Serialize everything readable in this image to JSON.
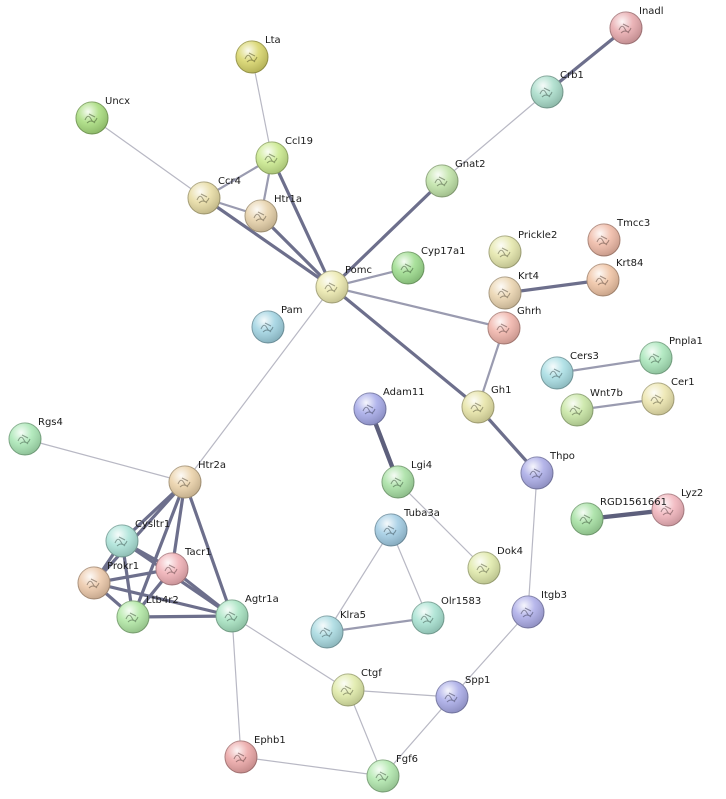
{
  "nodes": [
    {
      "id": "Inadl",
      "label": "Inadl",
      "color": "#e7a7ab"
    },
    {
      "id": "Crb1",
      "label": "Crb1",
      "color": "#a7dcc9"
    },
    {
      "id": "Lta",
      "label": "Lta",
      "color": "#d7d466"
    },
    {
      "id": "Uncx",
      "label": "Uncx",
      "color": "#a6dc7a"
    },
    {
      "id": "Ccl19",
      "label": "Ccl19",
      "color": "#c9e98b"
    },
    {
      "id": "Ccr4",
      "label": "Ccr4",
      "color": "#e7dba1"
    },
    {
      "id": "Htr1a",
      "label": "Htr1a",
      "color": "#e6d0a7"
    },
    {
      "id": "Gnat2",
      "label": "Gnat2",
      "color": "#bfe3a6"
    },
    {
      "id": "Tmcc3",
      "label": "Tmcc3",
      "color": "#efb8a4"
    },
    {
      "id": "Prickle2",
      "label": "Prickle2",
      "color": "#e4e6a9"
    },
    {
      "id": "Cyp17a1",
      "label": "Cyp17a1",
      "color": "#9bdc8b"
    },
    {
      "id": "Krt84",
      "label": "Krt84",
      "color": "#efc2a2"
    },
    {
      "id": "Pomc",
      "label": "Pomc",
      "color": "#ece9ad"
    },
    {
      "id": "Krt4",
      "label": "Krt4",
      "color": "#ead3ad"
    },
    {
      "id": "Ghrh",
      "label": "Ghrh",
      "color": "#f0b2a8"
    },
    {
      "id": "Pam",
      "label": "Pam",
      "color": "#9ed2e1"
    },
    {
      "id": "Pnpla1",
      "label": "Pnpla1",
      "color": "#a7e6b9"
    },
    {
      "id": "Cers3",
      "label": "Cers3",
      "color": "#a6dde3"
    },
    {
      "id": "Cer1",
      "label": "Cer1",
      "color": "#ece5ac"
    },
    {
      "id": "Adam11",
      "label": "Adam11",
      "color": "#a4a8e8"
    },
    {
      "id": "Gh1",
      "label": "Gh1",
      "color": "#e6e3a4"
    },
    {
      "id": "Wnt7b",
      "label": "Wnt7b",
      "color": "#c7e6a2"
    },
    {
      "id": "Rgs4",
      "label": "Rgs4",
      "color": "#a7e6b3"
    },
    {
      "id": "Thpo",
      "label": "Thpo",
      "color": "#a8a9e6"
    },
    {
      "id": "Lgi4",
      "label": "Lgi4",
      "color": "#a6e0a2"
    },
    {
      "id": "Htr2a",
      "label": "Htr2a",
      "color": "#ead0a6"
    },
    {
      "id": "Lyz2",
      "label": "Lyz2",
      "color": "#f1b2ba"
    },
    {
      "id": "RGD1561661",
      "label": "RGD1561661",
      "color": "#a3e0a0"
    },
    {
      "id": "Tuba3a",
      "label": "Tuba3a",
      "color": "#9fcbe3"
    },
    {
      "id": "Cysltr1",
      "label": "Cysltr1",
      "color": "#a9e2d7"
    },
    {
      "id": "Tacr1",
      "label": "Tacr1",
      "color": "#f0aeb4"
    },
    {
      "id": "Dok4",
      "label": "Dok4",
      "color": "#dfe9a8"
    },
    {
      "id": "Prokr1",
      "label": "Prokr1",
      "color": "#ecc7a7"
    },
    {
      "id": "Ltb4r2",
      "label": "Ltb4r2",
      "color": "#afe7a2"
    },
    {
      "id": "Agtr1a",
      "label": "Agtr1a",
      "color": "#a5e3c0"
    },
    {
      "id": "Itgb3",
      "label": "Itgb3",
      "color": "#ababe8"
    },
    {
      "id": "Klra5",
      "label": "Klra5",
      "color": "#a6d9e0"
    },
    {
      "id": "Olr1583",
      "label": "Olr1583",
      "color": "#a6e2d1"
    },
    {
      "id": "Ctgf",
      "label": "Ctgf",
      "color": "#dfeaa6"
    },
    {
      "id": "Spp1",
      "label": "Spp1",
      "color": "#a7a9e7"
    },
    {
      "id": "Ephb1",
      "label": "Ephb1",
      "color": "#eba4a4"
    },
    {
      "id": "Fgf6",
      "label": "Fgf6",
      "color": "#afe7ab"
    }
  ],
  "edges": [
    {
      "from": "Inadl",
      "to": "Crb1",
      "strength": 3
    },
    {
      "from": "Crb1",
      "to": "Gnat2",
      "strength": 1
    },
    {
      "from": "Lta",
      "to": "Ccl19",
      "strength": 1
    },
    {
      "from": "Uncx",
      "to": "Ccr4",
      "strength": 1
    },
    {
      "from": "Ccl19",
      "to": "Ccr4",
      "strength": 2
    },
    {
      "from": "Ccl19",
      "to": "Htr1a",
      "strength": 2
    },
    {
      "from": "Ccl19",
      "to": "Pomc",
      "strength": 3
    },
    {
      "from": "Ccr4",
      "to": "Htr1a",
      "strength": 2
    },
    {
      "from": "Ccr4",
      "to": "Pomc",
      "strength": 3
    },
    {
      "from": "Htr1a",
      "to": "Pomc",
      "strength": 3
    },
    {
      "from": "Gnat2",
      "to": "Pomc",
      "strength": 3
    },
    {
      "from": "Cyp17a1",
      "to": "Pomc",
      "strength": 2
    },
    {
      "from": "Pomc",
      "to": "Ghrh",
      "strength": 2
    },
    {
      "from": "Pomc",
      "to": "Gh1",
      "strength": 3
    },
    {
      "from": "Pomc",
      "to": "Htr2a",
      "strength": 1
    },
    {
      "from": "Krt4",
      "to": "Krt84",
      "strength": 3
    },
    {
      "from": "Ghrh",
      "to": "Gh1",
      "strength": 2
    },
    {
      "from": "Cers3",
      "to": "Pnpla1",
      "strength": 2
    },
    {
      "from": "Wnt7b",
      "to": "Cer1",
      "strength": 2
    },
    {
      "from": "Gh1",
      "to": "Thpo",
      "strength": 3
    },
    {
      "from": "Adam11",
      "to": "Lgi4",
      "strength": 4
    },
    {
      "from": "Thpo",
      "to": "Itgb3",
      "strength": 1
    },
    {
      "from": "RGD1561661",
      "to": "Lyz2",
      "strength": 4
    },
    {
      "from": "Lgi4",
      "to": "Dok4",
      "strength": 1
    },
    {
      "from": "Tuba3a",
      "to": "Klra5",
      "strength": 1
    },
    {
      "from": "Tuba3a",
      "to": "Olr1583",
      "strength": 1
    },
    {
      "from": "Klra5",
      "to": "Olr1583",
      "strength": 2
    },
    {
      "from": "Rgs4",
      "to": "Htr2a",
      "strength": 1
    },
    {
      "from": "Htr2a",
      "to": "Cysltr1",
      "strength": 3
    },
    {
      "from": "Htr2a",
      "to": "Tacr1",
      "strength": 3
    },
    {
      "from": "Htr2a",
      "to": "Prokr1",
      "strength": 3
    },
    {
      "from": "Htr2a",
      "to": "Ltb4r2",
      "strength": 3
    },
    {
      "from": "Htr2a",
      "to": "Agtr1a",
      "strength": 3
    },
    {
      "from": "Cysltr1",
      "to": "Tacr1",
      "strength": 3
    },
    {
      "from": "Cysltr1",
      "to": "Prokr1",
      "strength": 3
    },
    {
      "from": "Cysltr1",
      "to": "Ltb4r2",
      "strength": 3
    },
    {
      "from": "Cysltr1",
      "to": "Agtr1a",
      "strength": 3
    },
    {
      "from": "Tacr1",
      "to": "Prokr1",
      "strength": 3
    },
    {
      "from": "Tacr1",
      "to": "Ltb4r2",
      "strength": 3
    },
    {
      "from": "Tacr1",
      "to": "Agtr1a",
      "strength": 3
    },
    {
      "from": "Prokr1",
      "to": "Ltb4r2",
      "strength": 3
    },
    {
      "from": "Prokr1",
      "to": "Agtr1a",
      "strength": 3
    },
    {
      "from": "Ltb4r2",
      "to": "Agtr1a",
      "strength": 3
    },
    {
      "from": "Agtr1a",
      "to": "Ctgf",
      "strength": 1
    },
    {
      "from": "Agtr1a",
      "to": "Ephb1",
      "strength": 1
    },
    {
      "from": "Itgb3",
      "to": "Spp1",
      "strength": 1
    },
    {
      "from": "Ctgf",
      "to": "Spp1",
      "strength": 1
    },
    {
      "from": "Ctgf",
      "to": "Fgf6",
      "strength": 1
    },
    {
      "from": "Spp1",
      "to": "Fgf6",
      "strength": 1
    },
    {
      "from": "Ephb1",
      "to": "Fgf6",
      "strength": 1
    }
  ]
}
